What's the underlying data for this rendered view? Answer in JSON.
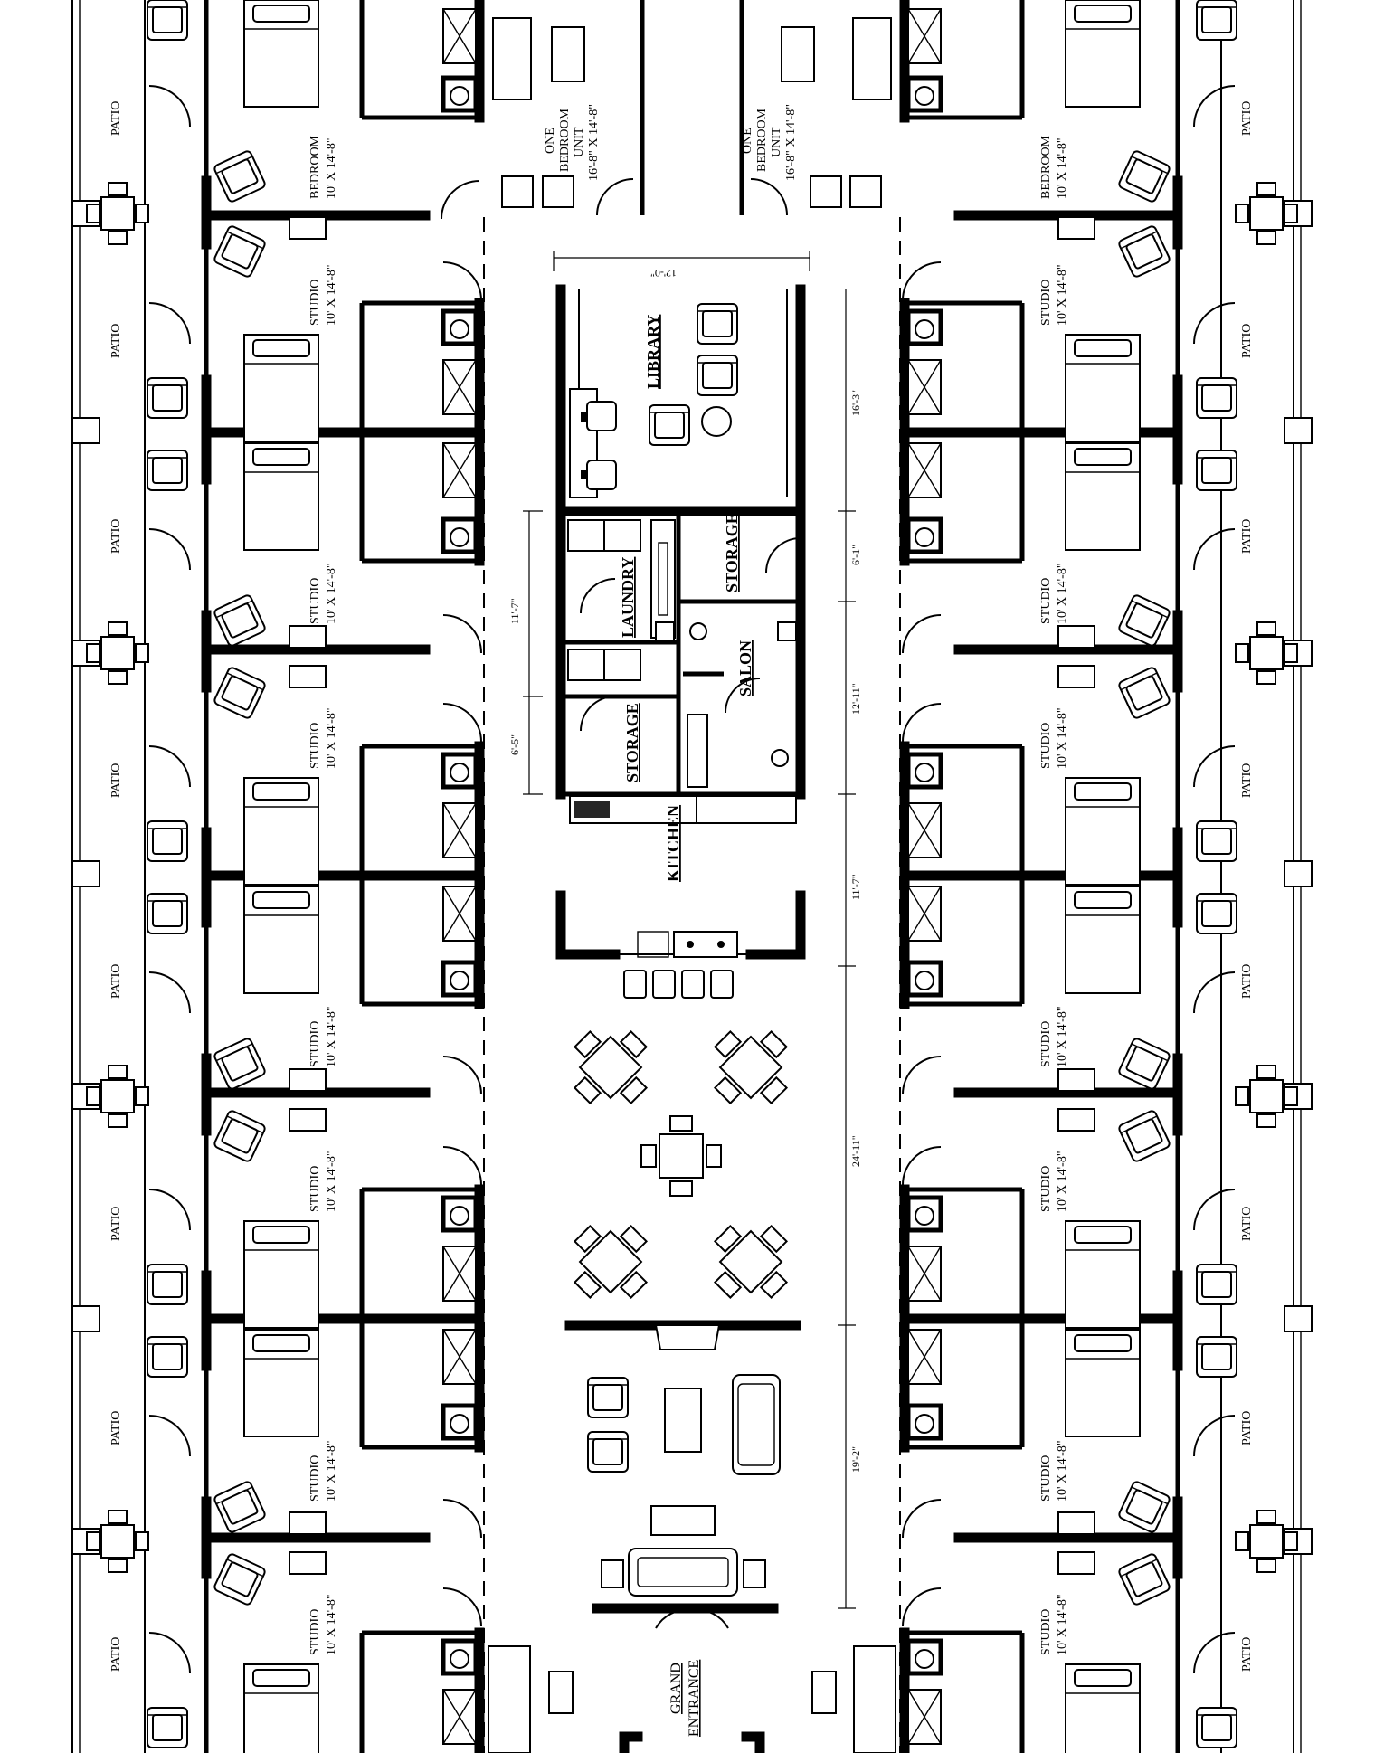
{
  "labels": {
    "patio": "PATIO",
    "studio": "STUDIO",
    "bedroom": "BEDROOM",
    "one_bedroom_line1": "ONE",
    "one_bedroom_line2": "BEDROOM",
    "one_bedroom_line3": "UNIT",
    "size_10x14": "10' X 14'-8\"",
    "size_16x14": "16'-8\" X 14'-8\"",
    "library": "LIBRARY",
    "laundry": "LAUNDRY",
    "storage": "STORAGE",
    "salon": "SALON",
    "kitchen": "KITCHEN",
    "grand": "GRAND",
    "entrance": "ENTRANCE"
  },
  "dimensions": {
    "library_width": "12'-0\"",
    "library_height": "16'-3\"",
    "laundry_height": "11'-7\"",
    "storage_upper": "6'-1\"",
    "salon_height": "12'-11\"",
    "storage_lower": "6'-5\"",
    "kitchen_height": "11'-7\"",
    "dining_height": "24'-11\"",
    "living_height": "19'-2\""
  }
}
